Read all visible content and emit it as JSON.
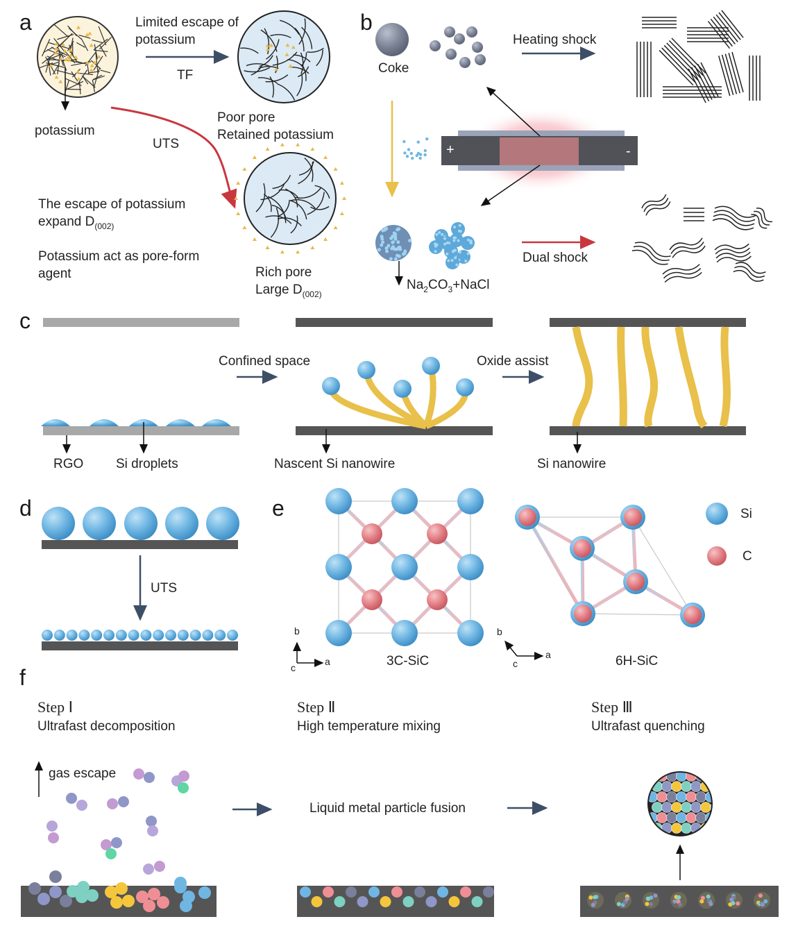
{
  "panels": {
    "a": "a",
    "b": "b",
    "c": "c",
    "d": "d",
    "e": "e",
    "f": "f"
  },
  "a": {
    "limited_escape": "Limited escape of",
    "limited_escape_2": "potassium",
    "tf": "TF",
    "potassium": "potassium",
    "uts": "UTS",
    "poor_pore": "Poor pore",
    "retained": "Retained potassium",
    "escape_1": "The escape of potassium",
    "escape_2": "expand D",
    "escape_2_sub": "(002)",
    "agent_1": "Potassium act as pore-form",
    "agent_2": "agent",
    "rich_pore": "Rich pore",
    "large_d": "Large D",
    "large_d_sub": "(002)"
  },
  "b": {
    "coke": "Coke",
    "heating_shock": "Heating shock",
    "plus": "+",
    "minus": "-",
    "dual_shock": "Dual shock",
    "salt_na2": "Na",
    "salt_sub2": "2",
    "salt_co": "CO",
    "salt_sub3": "3",
    "salt_rest": "+NaCl"
  },
  "c": {
    "confined": "Confined space",
    "oxide": "Oxide assist",
    "rgo": "RGO",
    "si_droplets": "Si droplets",
    "nascent": "Nascent Si nanowire",
    "nanowire": "Si nanowire"
  },
  "d": {
    "uts": "UTS"
  },
  "e": {
    "si": "Si",
    "c": "C",
    "sic3c": "3C-SiC",
    "sic6h": "6H-SiC",
    "axis_a": "a",
    "axis_b": "b",
    "axis_c": "c"
  },
  "f": {
    "step1": "Step Ⅰ",
    "step1_desc": "Ultrafast decomposition",
    "step2": "Step Ⅱ",
    "step2_desc": "High temperature mixing",
    "step3": "Step Ⅲ",
    "step3_desc": "Ultrafast quenching",
    "gas_escape": "gas escape",
    "fusion": "Liquid metal particle fusion"
  },
  "colors": {
    "si_blue": "#6fb6e3",
    "c_red": "#e27d84",
    "bar_dark": "#555555",
    "bar_light": "#a8a8a8",
    "nanowire_gold": "#e8c04a",
    "arrow_navy": "#3c4f66",
    "arrow_red": "#c8373f",
    "arrow_gold": "#e8c04a",
    "pore_blue": "#dbeaf5",
    "raw_cream": "#fbf3dc"
  }
}
